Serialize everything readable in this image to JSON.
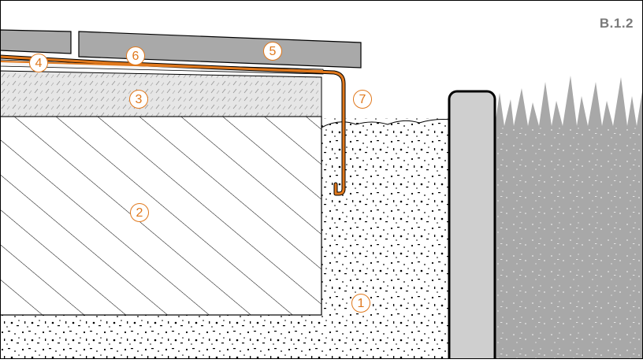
{
  "figure_code": "B.1.2",
  "colors": {
    "profile": "#e0781c",
    "tile": "#a9a9a9",
    "curb": "#cfcfcf",
    "bedding": "#e3e3e3",
    "grass_soil": "#a8a8a8",
    "outline": "#000000"
  },
  "callouts": [
    {
      "id": "c1",
      "label": "1",
      "component": "compacted-subsoil"
    },
    {
      "id": "c2",
      "label": "2",
      "component": "concrete-slab"
    },
    {
      "id": "c3",
      "label": "3",
      "component": "mortar-screed"
    },
    {
      "id": "c4",
      "label": "4",
      "component": "tile-adhesive"
    },
    {
      "id": "c5",
      "label": "5",
      "component": "tile-covering"
    },
    {
      "id": "c6",
      "label": "6",
      "component": "drainage-mat"
    },
    {
      "id": "c7",
      "label": "7",
      "component": "edge-profile"
    }
  ]
}
